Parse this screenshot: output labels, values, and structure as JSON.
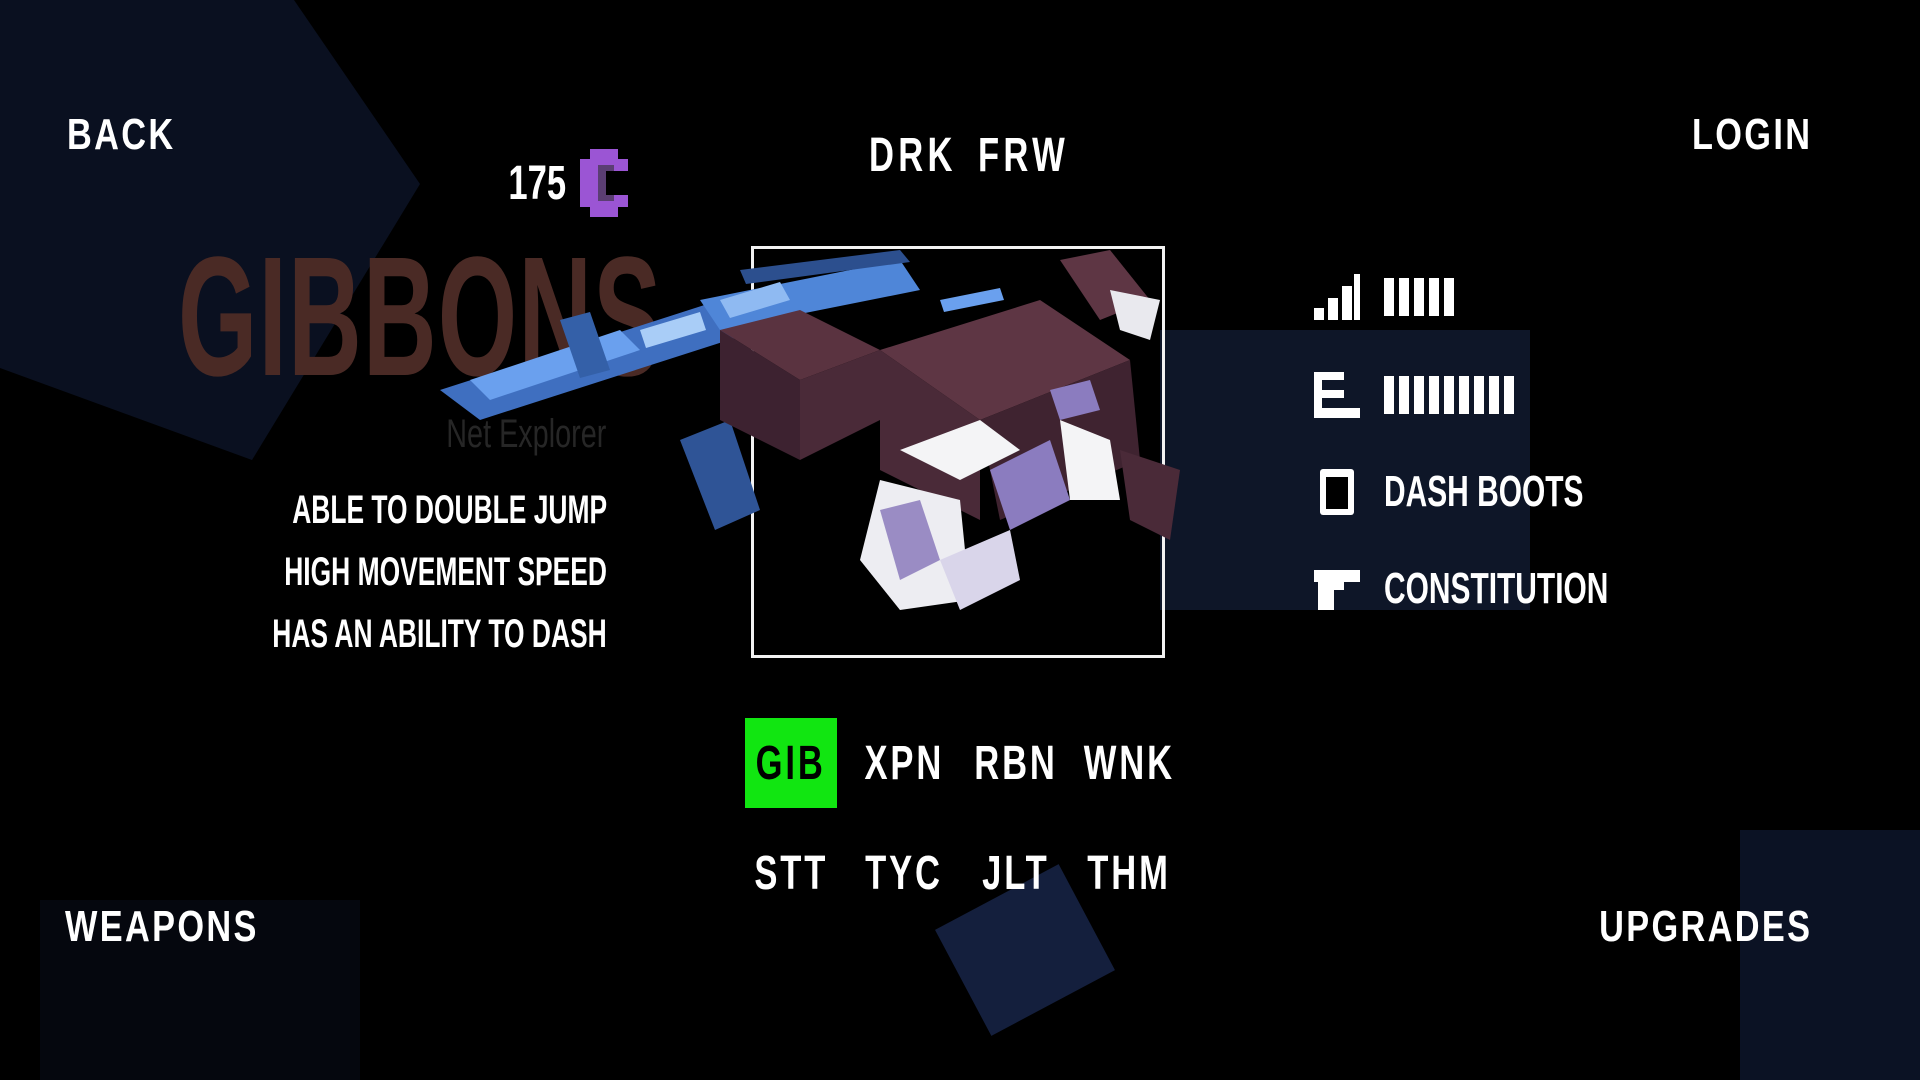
{
  "nav": {
    "back": "BACK",
    "login": "LOGIN",
    "weapons": "WEAPONS",
    "upgrades": "UPGRADES"
  },
  "currency": {
    "amount": "175",
    "icon": "coin-icon",
    "color": "#9b55d4"
  },
  "character": {
    "name": "GIBBONS",
    "subtitle": "Net Explorer",
    "traits": [
      "ABLE TO DOUBLE JUMP",
      "HIGH MOVEMENT SPEED",
      "HAS AN ABILITY TO DASH"
    ]
  },
  "filters": [
    "DRK",
    "FRW"
  ],
  "stats": {
    "level": {
      "icon": "signal-bars-icon",
      "value": 5
    },
    "capacity": {
      "icon": "stack-icon",
      "value": 9
    },
    "gear": {
      "icon": "canister-icon",
      "label": "DASH BOOTS"
    },
    "weapon": {
      "icon": "pistol-icon",
      "label": "CONSTITUTION"
    }
  },
  "roster": {
    "row1": [
      "GIB",
      "XPN",
      "RBN",
      "WNK"
    ],
    "row2": [
      "STT",
      "TYC",
      "JLT",
      "THM"
    ],
    "selected": "GIB",
    "selected_color": "#11e611"
  }
}
